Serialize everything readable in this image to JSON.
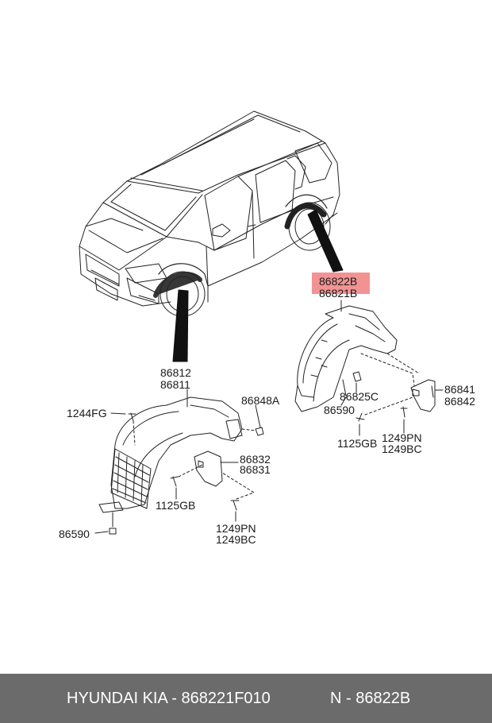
{
  "labels": {
    "rear_liner_main": "86822B",
    "rear_liner_alt": "86821B",
    "front_liner_main": "86812",
    "front_liner_alt": "86811",
    "front_clip_top": "1244FG",
    "front_bracket": "86848A",
    "front_mudguard_main": "86832",
    "front_mudguard_alt": "86831",
    "front_screw": "1125GB",
    "front_bolt_main": "1249PN",
    "front_bolt_alt": "1249BC",
    "front_clip_bottom": "86590",
    "rear_mudguard_main": "86841",
    "rear_mudguard_alt": "86842",
    "rear_clip": "86825C",
    "rear_clip2": "86590",
    "rear_screw": "1125GB",
    "rear_bolt_main": "1249PN",
    "rear_bolt_alt": "1249BC"
  },
  "footer": {
    "brand": "HYUNDAI  KIA - 868221F010",
    "ref": "N - 86822B"
  },
  "colors": {
    "highlight": "#f08080",
    "footer_bg": "#6b6b6b",
    "line": "#222222"
  }
}
